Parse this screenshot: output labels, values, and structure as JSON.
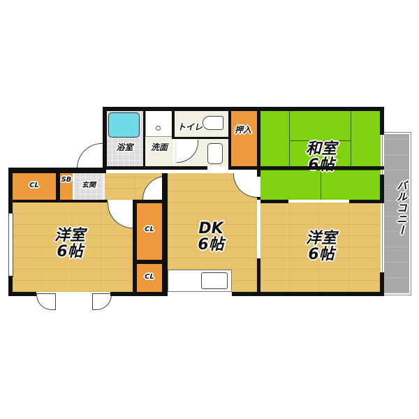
{
  "floor_plan": {
    "rooms": {
      "western_left": {
        "name": "洋室",
        "size": "6帖"
      },
      "dk": {
        "name": "DK",
        "size": "6帖"
      },
      "washitsu": {
        "name": "和室",
        "size": "6帖"
      },
      "western_right": {
        "name": "洋室",
        "size": "6帖"
      },
      "bath": {
        "name": "浴室"
      },
      "washroom": {
        "name": "洗面"
      },
      "toilet": {
        "name": "トイレ"
      },
      "oshiire": {
        "name": "押入"
      },
      "entrance": {
        "name": "玄関"
      },
      "shoe_box": {
        "name": "SB"
      },
      "closet_top_left": {
        "name": "CL"
      },
      "closet_mid": {
        "name": "CL"
      },
      "closet_low": {
        "name": "CL"
      },
      "balcony": {
        "name": "バルコニー"
      }
    },
    "colors": {
      "wood_floor": "#e8c46f",
      "tatami": "#80d10f",
      "closet": "#ed9a3c",
      "bathtub": "#6fd9e8",
      "balcony": "#a9a9a9",
      "wall": "#111111"
    }
  }
}
